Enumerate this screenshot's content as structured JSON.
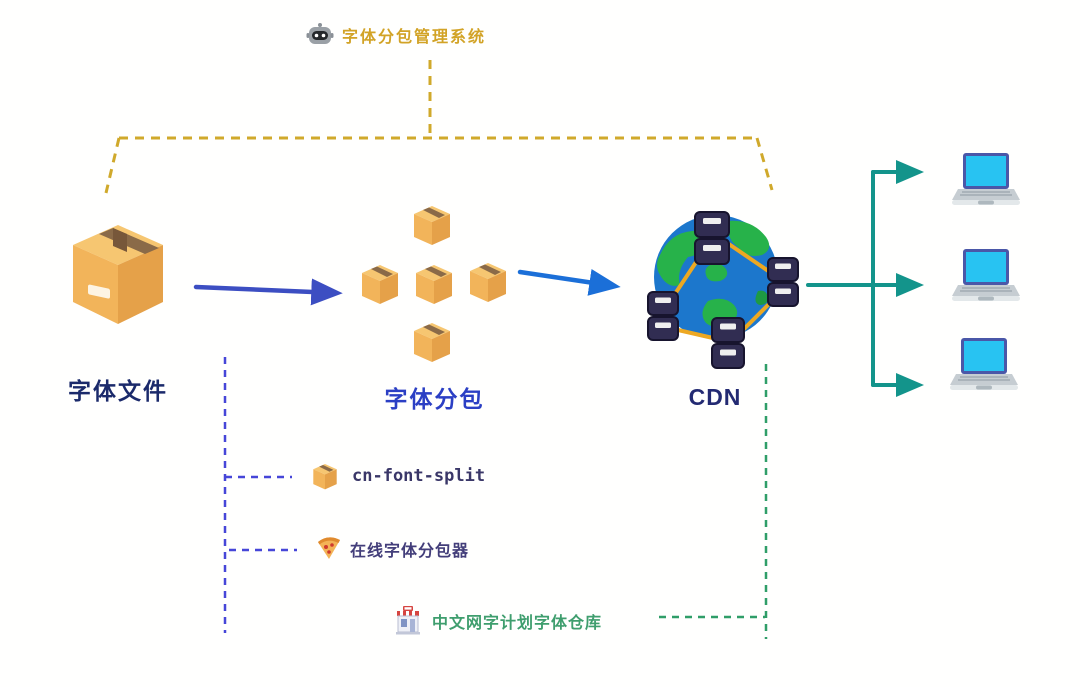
{
  "diagram": {
    "title": {
      "label": "字体分包管理系统",
      "icon": "robot-icon",
      "color": "#d2a326"
    },
    "nodes": {
      "font_file": {
        "label": "字体文件",
        "icon": "package-box-icon",
        "color": "#1b2a6b"
      },
      "font_subsets": {
        "label": "字体分包",
        "icon": "small-boxes-icon",
        "box_count": 5,
        "color": "#2b3fc4"
      },
      "cdn": {
        "label": "CDN",
        "icon": "globe-servers-icon",
        "server_count": 4,
        "color": "#232a72"
      },
      "clients": {
        "icon": "laptop-icon",
        "count": 3
      }
    },
    "annotations": [
      {
        "label": "cn-font-split",
        "icon": "package-icon",
        "color": "#3a3768"
      },
      {
        "label": "在线字体分包器",
        "icon": "pizza-icon",
        "color": "#433e7a"
      },
      {
        "label": "中文网字计划字体仓库",
        "icon": "store-icon",
        "color": "#3f9e6e"
      }
    ],
    "edges": [
      {
        "from": "font_file",
        "to": "font_subsets",
        "style": "solid-arrow",
        "color": "#3c4ec2"
      },
      {
        "from": "font_subsets",
        "to": "cdn",
        "style": "solid-arrow",
        "color": "#1b6fd8"
      },
      {
        "from": "cdn",
        "to": "clients",
        "style": "solid-arrow-branch",
        "color": "#13948b"
      },
      {
        "from": "title",
        "to": "font_file,cdn",
        "style": "dashed",
        "color": "#d0a92b"
      },
      {
        "from": "annotations-tools",
        "to": "font_file/font_subsets",
        "style": "dashed",
        "color": "#4646d8"
      },
      {
        "from": "annotations-repo",
        "to": "cdn",
        "style": "dashed",
        "color": "#2f9e68"
      }
    ],
    "colors": {
      "background": "#ffffff",
      "box_orange": "#f3b85c",
      "box_tape_brown": "#8a6a48",
      "globe_ocean": "#1c77cc",
      "globe_land": "#27b24a",
      "server_body": "#312d52",
      "server_link_orange": "#eda822",
      "laptop_screen": "#28c3f2",
      "laptop_body": "#c6cdd2"
    }
  }
}
